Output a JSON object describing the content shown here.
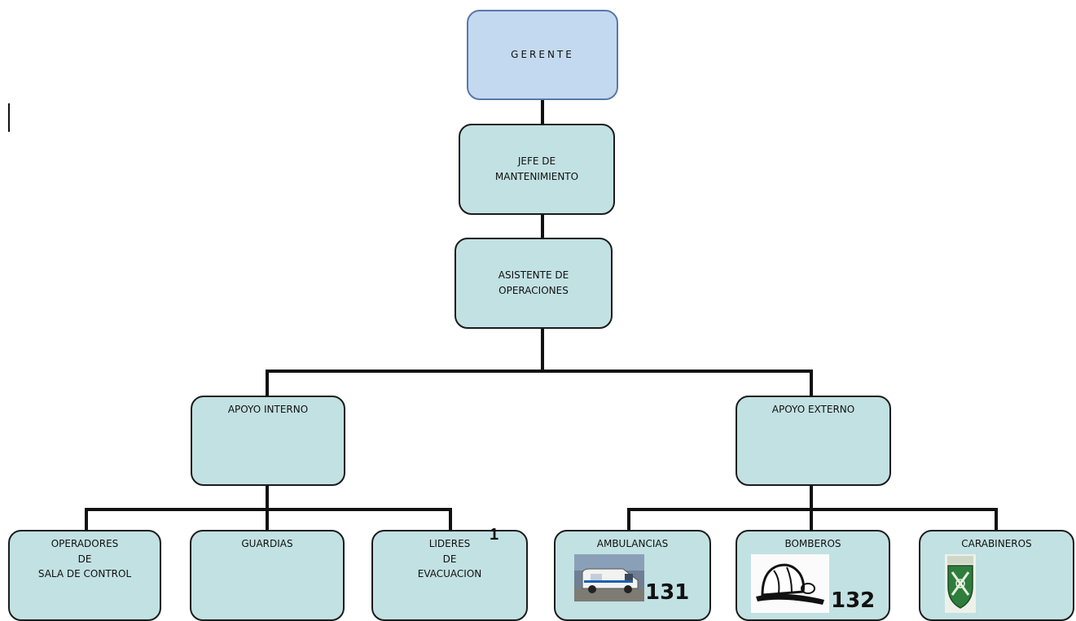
{
  "org_chart": {
    "gerente": "GERENTE",
    "jefe": [
      "JEFE  DE",
      "MANTENIMIENTO"
    ],
    "asistente": [
      "ASISTENTE  DE",
      "OPERACIONES"
    ],
    "apoyo_interno": "APOYO  INTERNO",
    "apoyo_externo": "APOYO  EXTERNO",
    "operadores": [
      "OPERADORES",
      "DE",
      "SALA DE CONTROL"
    ],
    "guardias": "GUARDIAS",
    "lideres": [
      "LIDERES",
      "DE",
      "EVACUACION"
    ],
    "ambulancias": {
      "label": "AMBULANCIAS",
      "phone": "131",
      "icon": "ambulance-photo"
    },
    "bomberos": {
      "label": "BOMBEROS",
      "phone": "132",
      "icon": "firefighter-helmet"
    },
    "carabineros": {
      "label": "CARABINEROS",
      "icon": "carabineros-emblem"
    },
    "marker": "1"
  },
  "colors": {
    "node_fill": "#c2e1e2",
    "root_fill": "#c3d9ef",
    "root_border": "#5a78a8",
    "line": "#111111"
  }
}
